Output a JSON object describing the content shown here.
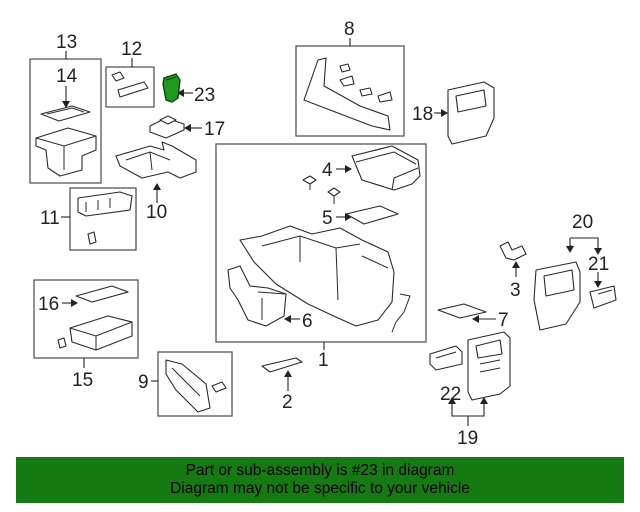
{
  "diagram": {
    "callouts": [
      "1",
      "2",
      "3",
      "4",
      "5",
      "6",
      "7",
      "8",
      "9",
      "10",
      "11",
      "12",
      "13",
      "14",
      "15",
      "16",
      "17",
      "18",
      "19",
      "20",
      "21",
      "22",
      "23"
    ],
    "highlighted_part": "23",
    "highlight_color": "#1e9a1e"
  },
  "banner": {
    "line1": "Part or sub-assembly is #23 in diagram",
    "line2": "Diagram may not be specific to your vehicle",
    "background": "#157a12"
  }
}
